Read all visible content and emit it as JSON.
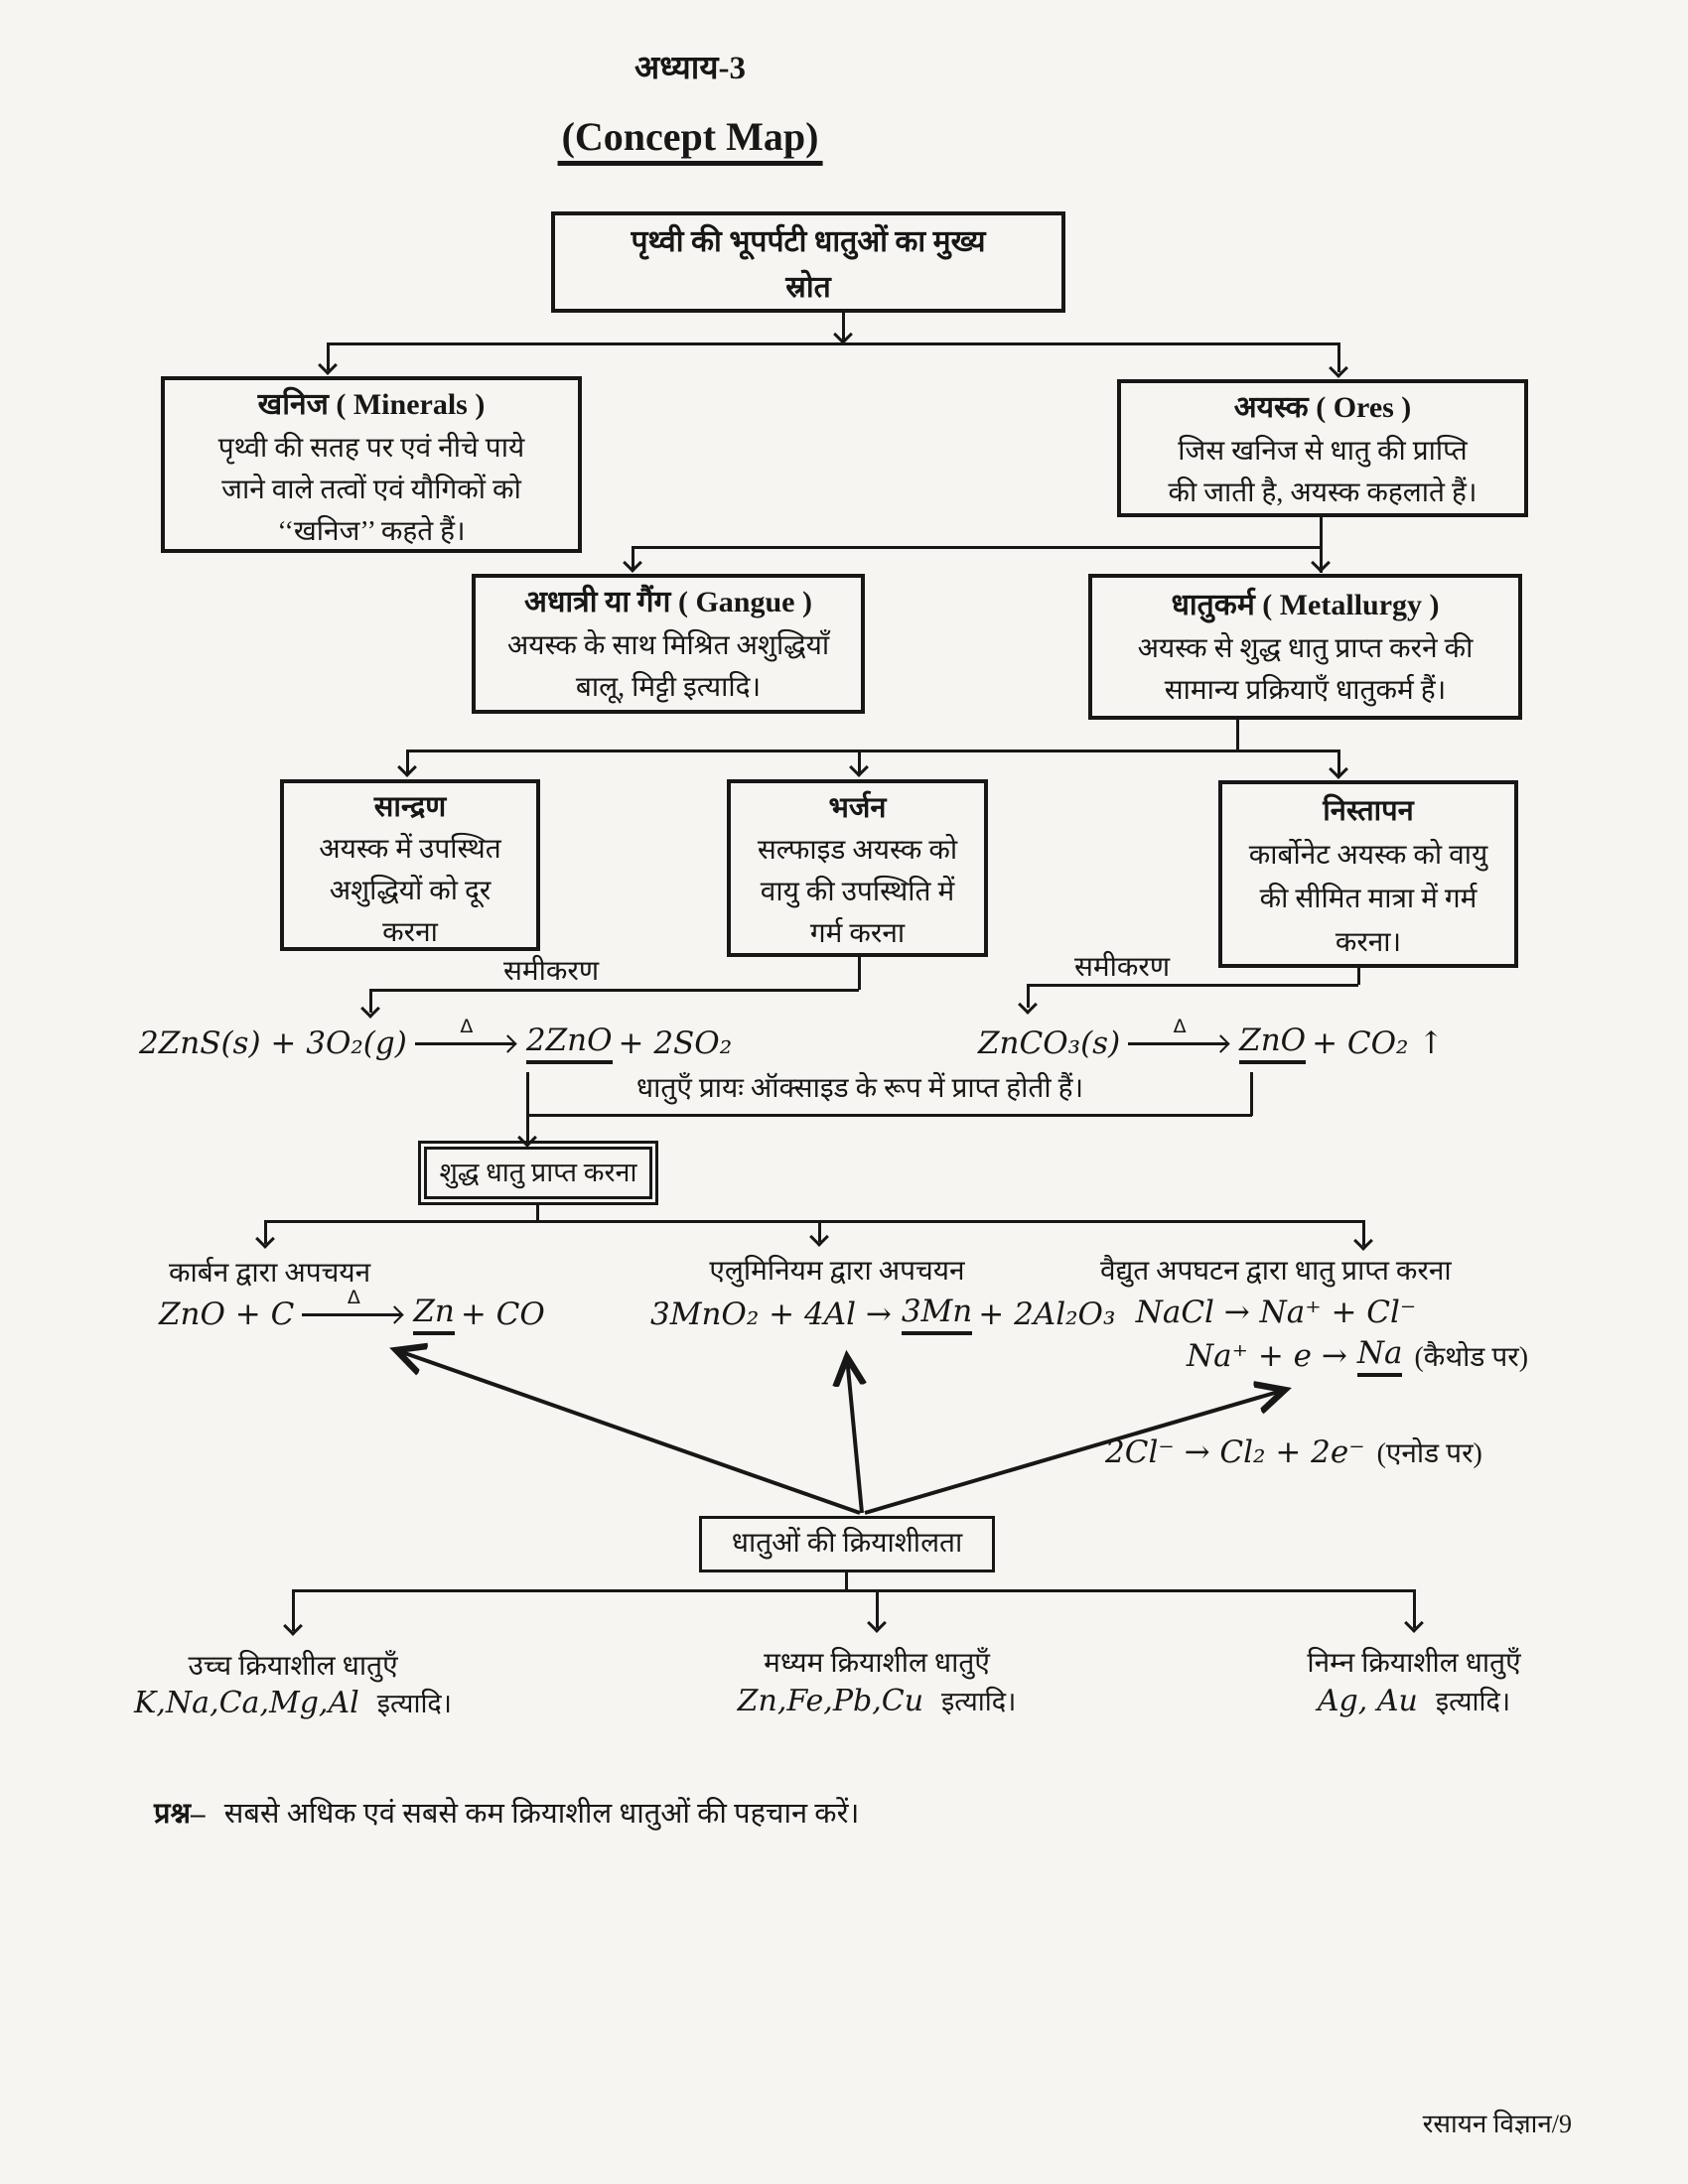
{
  "page": {
    "chapter": "अध्याय-3",
    "title": "(Concept Map)",
    "question_label": "प्रश्न–",
    "question_text": "सबसे अधिक एवं सबसे कम क्रियाशील धातुओं की पहचान करें।",
    "footer": "रसायन विज्ञान/9"
  },
  "colors": {
    "ink": "#171717",
    "paper": "#f6f5f1"
  },
  "nodes": {
    "source": {
      "line1": "पृथ्वी की भूपर्पटी धातुओं का मुख्य",
      "line2": "स्रोत"
    },
    "minerals": {
      "title": "खनिज ( Minerals )",
      "l1": "पृथ्वी की सतह पर एवं नीचे पाये",
      "l2": "जाने वाले तत्वों एवं यौगिकों को",
      "l3": "‘‘खनिज’’ कहते हैं।"
    },
    "ores": {
      "title": "अयस्क ( Ores )",
      "l1": "जिस खनिज से धातु की प्राप्ति",
      "l2": "की जाती है, अयस्क कहलाते हैं।"
    },
    "gangue": {
      "title": "अधात्री या गैंग ( Gangue )",
      "l1": "अयस्क के साथ मिश्रित अशुद्धियाँ",
      "l2": "बालू, मिट्टी इत्यादि।"
    },
    "metallurgy": {
      "title": "धातुकर्म ( Metallurgy )",
      "l1": "अयस्क से शुद्ध धातु प्राप्त करने की",
      "l2": "सामान्य प्रक्रियाएँ धातुकर्म हैं।"
    },
    "concentration": {
      "title": "सान्द्रण",
      "l1": "अयस्क में उपस्थित",
      "l2": "अशुद्धियों को दूर",
      "l3": "करना"
    },
    "roasting": {
      "title": "भर्जन",
      "l1": "सल्फाइड अयस्क को",
      "l2": "वायु की उपस्थिति में",
      "l3": "गर्म करना"
    },
    "calcination": {
      "title": "निस्तापन",
      "l1": "कार्बोनेट अयस्क को वायु",
      "l2": "की सीमित मात्रा में गर्म",
      "l3": "करना।"
    },
    "pure_metal": {
      "label": "शुद्ध धातु प्राप्त करना"
    },
    "reactivity": {
      "label": "धातुओं की क्रियाशीलता"
    }
  },
  "equations": {
    "label_left": "समीकरण",
    "label_right": "समीकरण",
    "roasting": {
      "lhs": "2ZnS(s) + 3O₂(g)",
      "delta": "Δ",
      "product": "2ZnO",
      "tail": "+ 2SO₂"
    },
    "calcination": {
      "lhs": "ZnCO₃(s)",
      "delta": "Δ",
      "product": "ZnO",
      "tail": "+ CO₂ ↑"
    },
    "oxide_note": "धातुएँ प्रायः ऑक्साइड के रूप में प्राप्त होती हैं।"
  },
  "branches": {
    "carbon": {
      "label": "कार्बन द्वारा अपचयन",
      "eq": {
        "lhs": "ZnO + C",
        "delta": "Δ",
        "product": "Zn",
        "tail": "+ CO"
      }
    },
    "aluminium": {
      "label": "एलुमिनियम द्वारा अपचयन",
      "eq": {
        "lhs": "3MnO₂ + 4Al →",
        "product": "3Mn",
        "tail": "+ 2Al₂O₃"
      }
    },
    "electrolysis": {
      "label": "वैद्युत अपघटन द्वारा धातु प्राप्त करना",
      "eq1": "NaCl → Na⁺ + Cl⁻",
      "eq2": {
        "lhs": "Na⁺ + e →",
        "product": "Na",
        "tail": "(कैथोड पर)"
      },
      "eq3": {
        "lhs": "2Cl⁻ → Cl₂ + 2e⁻",
        "tail": "(एनोड पर)"
      }
    }
  },
  "reactivity_groups": [
    {
      "label": "उच्च क्रियाशील धातुएँ",
      "metals": "K,Na,Ca,Mg,Al",
      "suffix": "इत्यादि।"
    },
    {
      "label": "मध्यम क्रियाशील धातुएँ",
      "metals": "Zn,Fe,Pb,Cu",
      "suffix": "इत्यादि।"
    },
    {
      "label": "निम्न क्रियाशील धातुएँ",
      "metals": "Ag, Au",
      "suffix": "इत्यादि।"
    }
  ]
}
